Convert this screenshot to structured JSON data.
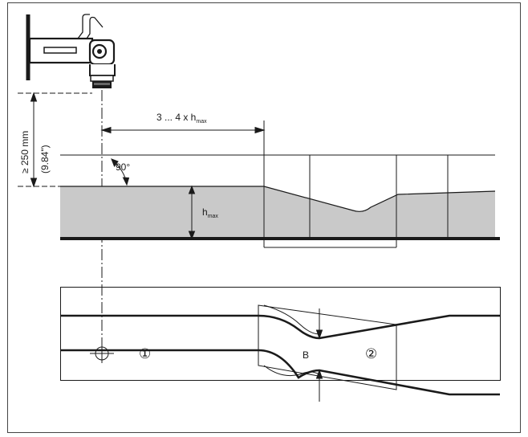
{
  "labels": {
    "distance_main": "3 ... 4 x h",
    "distance_sub": "max",
    "height_mm": "≥ 250 mm",
    "height_in": "(9.84\")",
    "angle": "90°",
    "hmax_main": "h",
    "hmax_sub": "max",
    "width_label": "B",
    "callout_1": "①",
    "callout_2": "②"
  },
  "colors": {
    "line": "#1a1a1a",
    "water": "#c9c9c9",
    "frame": "#444444"
  },
  "icons": {
    "sensor": "radar-sensor-icon",
    "measuring-point": "crosshair-icon"
  }
}
